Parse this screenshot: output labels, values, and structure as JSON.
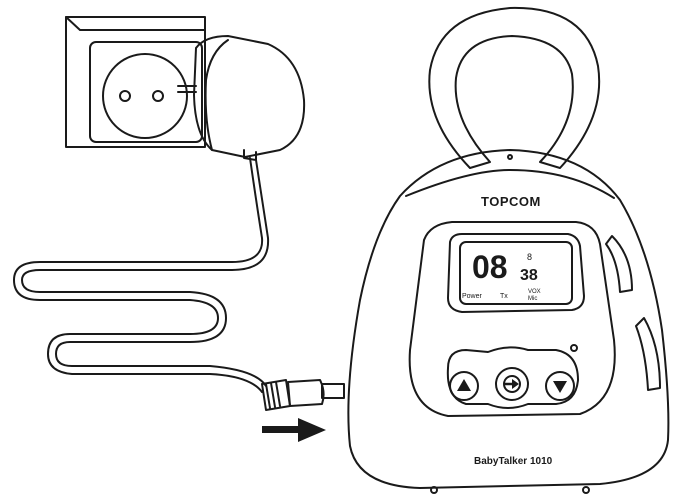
{
  "device": {
    "brand": "TOPCOM",
    "model": "BabyTalker 1010",
    "lcd": {
      "channel": "08",
      "small_top": "8",
      "small_value": "38",
      "indicator_left": "Power",
      "indicator_mid": "Tx",
      "indicator_right_1": "VOX",
      "indicator_right_2": "Mic"
    },
    "buttons": [
      {
        "name": "up-button",
        "icon": "triangle-up-icon"
      },
      {
        "name": "talk-button",
        "icon": "arrow-right-circle-icon"
      },
      {
        "name": "down-button",
        "icon": "triangle-down-icon"
      }
    ]
  },
  "colors": {
    "line": "#1a1a1a",
    "panel": "#d9d9d9",
    "lcd_frame": "#c8c8c8",
    "lcd_screen": "#e6e6e6",
    "button_fill": "#cfcfcf"
  }
}
